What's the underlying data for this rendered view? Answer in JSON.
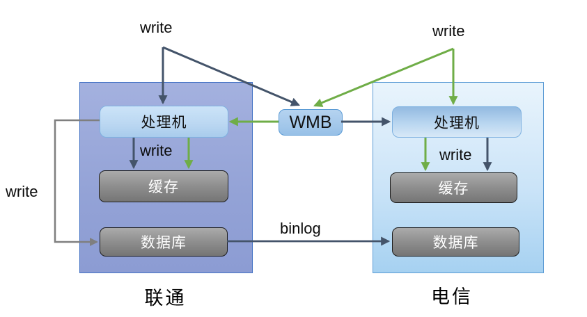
{
  "diagram": {
    "top_left_write": "write",
    "top_right_write": "write",
    "loop_write": "write",
    "inner_left_write": "write",
    "inner_right_write": "write",
    "binlog_label": "binlog",
    "wmb": {
      "label": "WMB"
    },
    "unicom": {
      "title": "联通",
      "processor": "处理机",
      "cache": "缓存",
      "database": "数据库"
    },
    "telecom": {
      "title": "电信",
      "processor": "处理机",
      "cache": "缓存",
      "database": "数据库"
    },
    "colors": {
      "slate": "#44546A",
      "green": "#6FAD47",
      "gray": "#7F7F7F",
      "region_left_fill": "#97A5D8",
      "region_right_fill": "#CBE4F8",
      "node_blue_fill": "#A9CCEC",
      "node_gray_fill": "#8E8E8E"
    }
  }
}
